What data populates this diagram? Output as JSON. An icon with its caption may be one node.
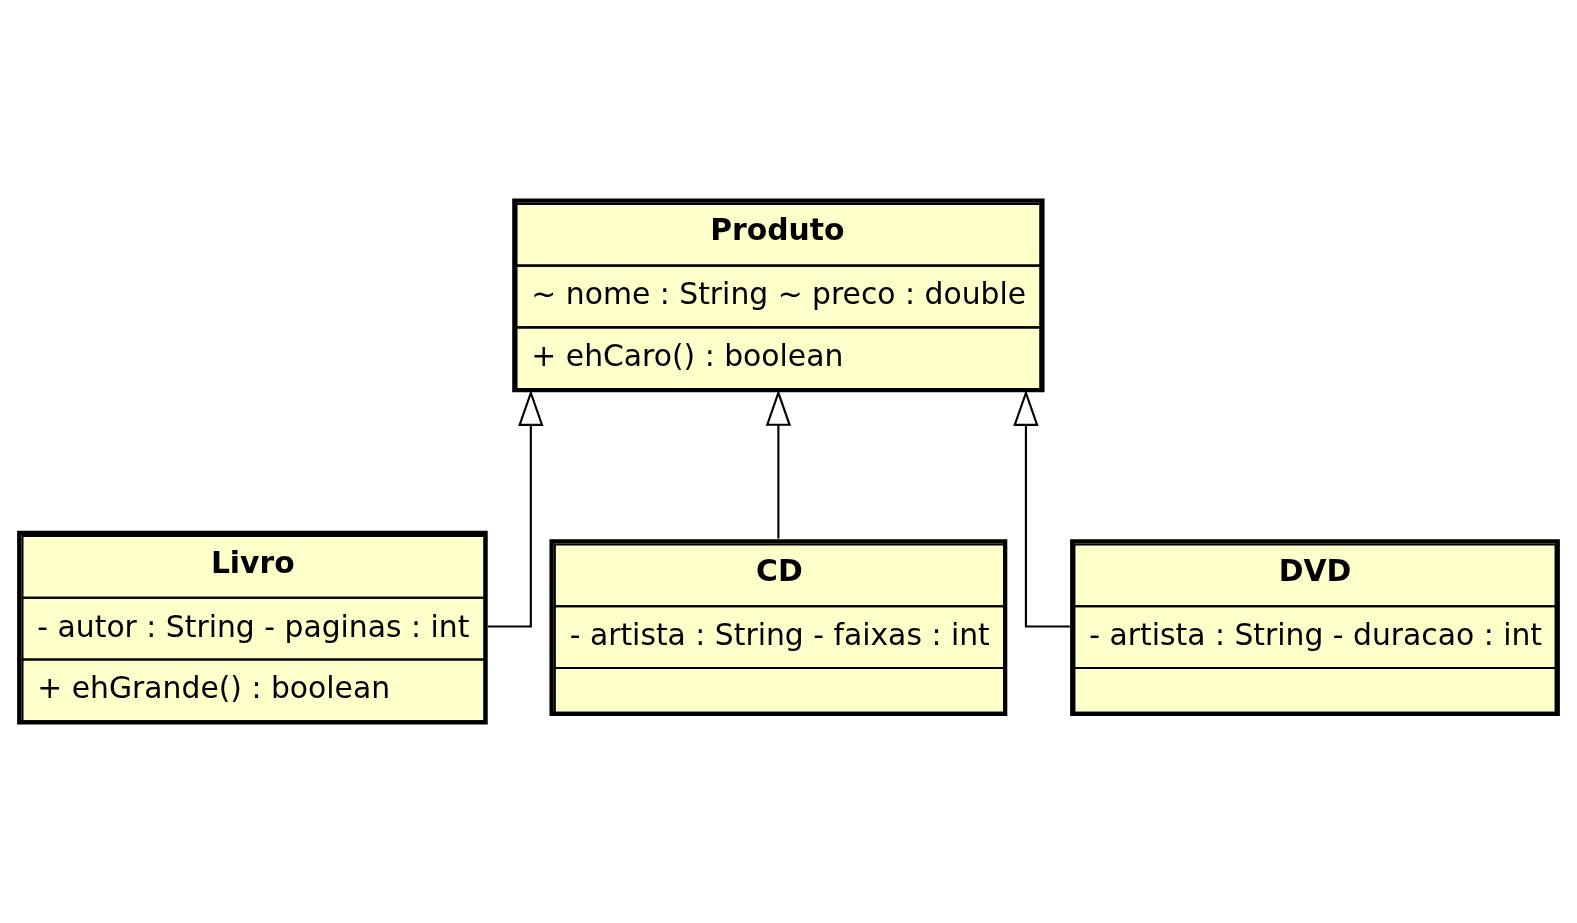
{
  "diagram": {
    "nodes": [
      {
        "text": [
          "Produto",
          "~ nome : String ~ preco : double",
          "+ ehCaro() : boolean"
        ]
      },
      {
        "text": [
          "Livro",
          "- autor : String - paginas : int",
          "+ ehGrande() : boolean"
        ]
      },
      {
        "text": [
          "CD",
          "- artista : String - faixas : int"
        ]
      },
      {
        "text": [
          "DVD",
          "- artista : String - duracao : int"
        ]
      }
    ],
    "edges": [
      {
        "from": 1,
        "to": 0,
        "arrow": "to"
      },
      {
        "from": 2,
        "to": 0,
        "arrow": "to"
      },
      {
        "from": 3,
        "to": 0,
        "arrow": "to"
      }
    ]
  }
}
